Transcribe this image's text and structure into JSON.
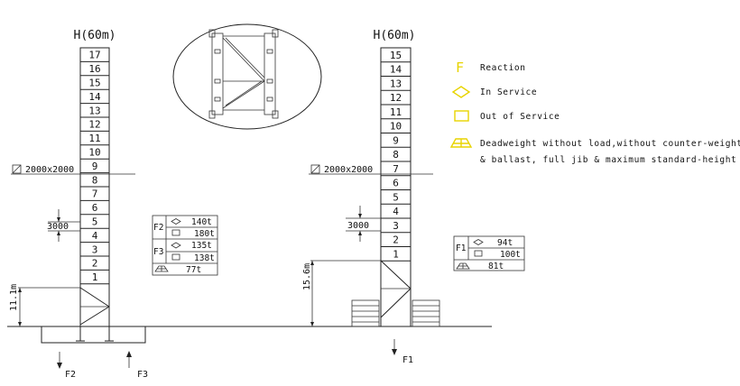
{
  "left_mast": {
    "header": "H(60m)",
    "sections": [
      "17",
      "16",
      "15",
      "14",
      "13",
      "12",
      "11",
      "10",
      "9",
      "8",
      "7",
      "6",
      "5",
      "4",
      "3",
      "2",
      "1"
    ],
    "tie_label": "2000x2000",
    "spacing_label": "3000",
    "base_height": "11.1m",
    "force_left": "F2",
    "force_right": "F3"
  },
  "right_mast": {
    "header": "H(60m)",
    "sections": [
      "15",
      "14",
      "13",
      "12",
      "11",
      "10",
      "9",
      "8",
      "7",
      "6",
      "5",
      "4",
      "3",
      "2",
      "1"
    ],
    "tie_label": "2000x2000",
    "spacing_label": "3000",
    "base_height": "15.6m",
    "force": "F1"
  },
  "left_table": {
    "rows": [
      {
        "group": "F2",
        "symbol": "in-service",
        "value": "140t"
      },
      {
        "group": "F2",
        "symbol": "out-of-service",
        "value": "180t"
      },
      {
        "group": "F3",
        "symbol": "in-service",
        "value": "135t"
      },
      {
        "group": "F3",
        "symbol": "out-of-service",
        "value": "138t"
      },
      {
        "group": "",
        "symbol": "deadweight",
        "value": "77t"
      }
    ],
    "group_labels": [
      "F2",
      "F3"
    ]
  },
  "right_table": {
    "group_label": "F1",
    "rows": [
      {
        "symbol": "in-service",
        "value": "94t"
      },
      {
        "symbol": "out-of-service",
        "value": "100t"
      },
      {
        "symbol": "deadweight",
        "value": "81t"
      }
    ]
  },
  "legend": {
    "reaction_symbol": "F",
    "reaction": "Reaction",
    "in_service": "In Service",
    "out_of_service": "Out of Service",
    "deadweight_line1": "Deadweight without load,without counter-weight",
    "deadweight_line2": "& ballast, full jib & maximum standard-height",
    "accent_color": "#e8d400"
  }
}
